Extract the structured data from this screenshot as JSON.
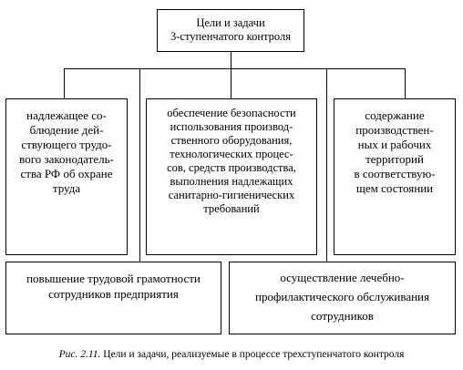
{
  "diagram": {
    "root": {
      "lines": [
        "Цели и задачи",
        "3-ступенчатого контроля"
      ]
    },
    "branches": [
      {
        "lines": [
          "надлежащее со-",
          "блюдение дей-",
          "ствующего трудо-",
          "вого законодатель-",
          "ства РФ об охране",
          "труда"
        ]
      },
      {
        "lines": [
          "обеспечение безопасности",
          "использования производ-",
          "ственного оборудования,",
          "технологических процес-",
          "сов, средств производства,",
          "выполнения надлежащих",
          "санитарно-гигиенических",
          "требований"
        ]
      },
      {
        "lines": [
          "содержание",
          "производствен-",
          "ных и рабочих",
          "территорий",
          "в соответствую-",
          "щем состоянии"
        ]
      }
    ],
    "bottom": [
      {
        "lines": [
          "повышение трудовой грамотности",
          "сотрудников предприятия"
        ]
      },
      {
        "lines": [
          "осуществление лечебно-",
          "профилактического обслуживания",
          "сотрудников"
        ]
      }
    ]
  },
  "caption": {
    "number": "Рис. 2.11.",
    "text": "Цели и задачи, реализуемые в процессе трехступенчатого контроля"
  }
}
